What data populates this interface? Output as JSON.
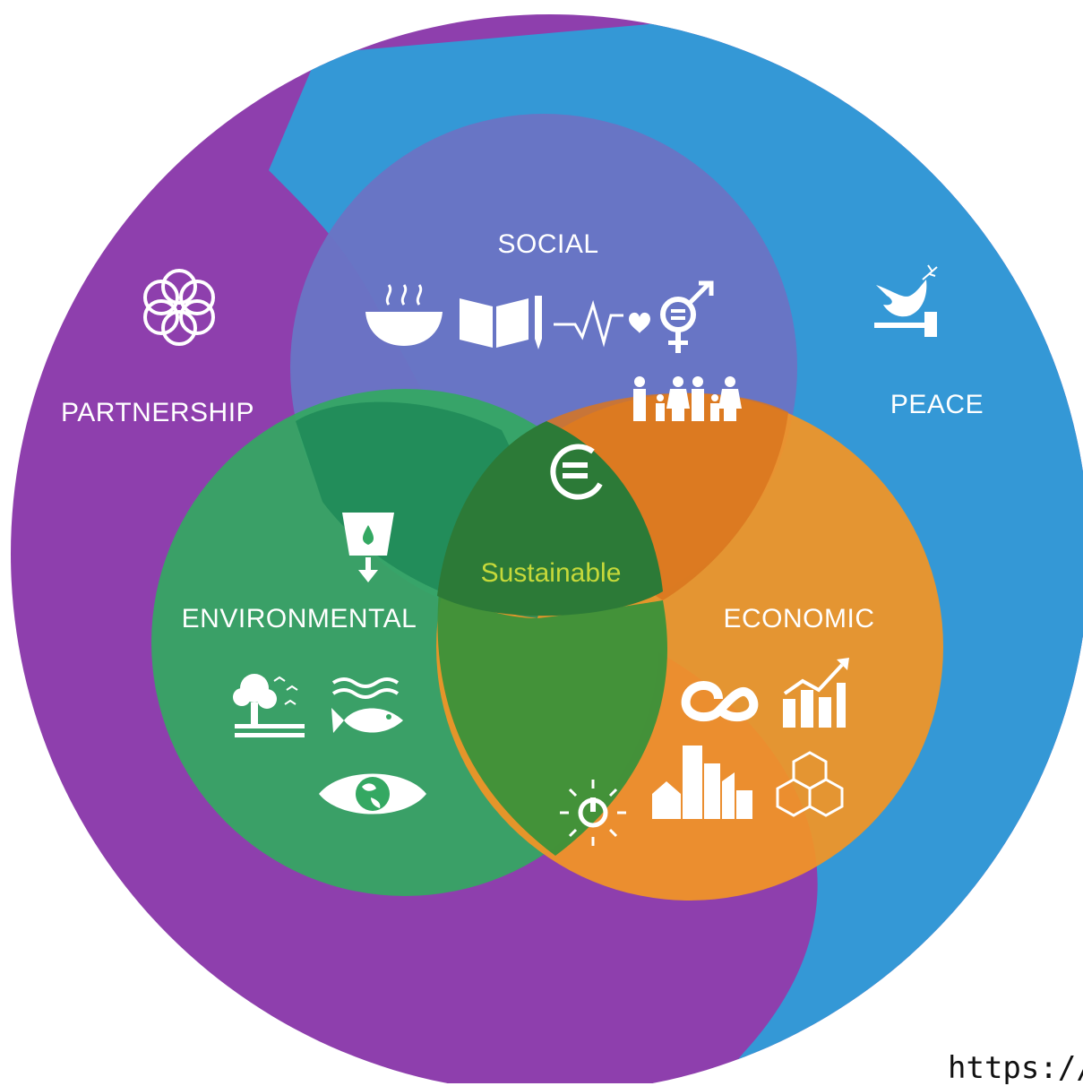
{
  "labels": {
    "social": "SOCIAL",
    "environmental": "ENVIRONMENTAL",
    "economic": "ECONOMIC",
    "partnership": "PARTNERSHIP",
    "peace": "PEACE",
    "center": "Sustainable"
  },
  "cropped_text": "https://",
  "colors": {
    "partnership_purple": "#8e3fad",
    "peace_blue": "#3498d6",
    "social_circle": "#6a74c4",
    "environmental_circle": "#34a862",
    "economic_circle": "#f29426",
    "center_text": "#c6d93a",
    "icons": "#ffffff"
  },
  "icons": {
    "social": [
      "food-bowl-icon",
      "book-pencil-icon",
      "heartbeat-icon",
      "gender-equality-icon",
      "family-icon"
    ],
    "environmental": [
      "water-drop-glass-icon",
      "tree-birds-icon",
      "waves-fish-icon",
      "eye-globe-icon"
    ],
    "economic": [
      "infinity-icon",
      "growth-chart-icon",
      "city-buildings-icon",
      "cubes-icon",
      "sun-power-icon"
    ],
    "partnership": [
      "flower-rings-icon"
    ],
    "peace": [
      "dove-gavel-icon"
    ],
    "center": [
      "equality-circle-icon"
    ]
  }
}
